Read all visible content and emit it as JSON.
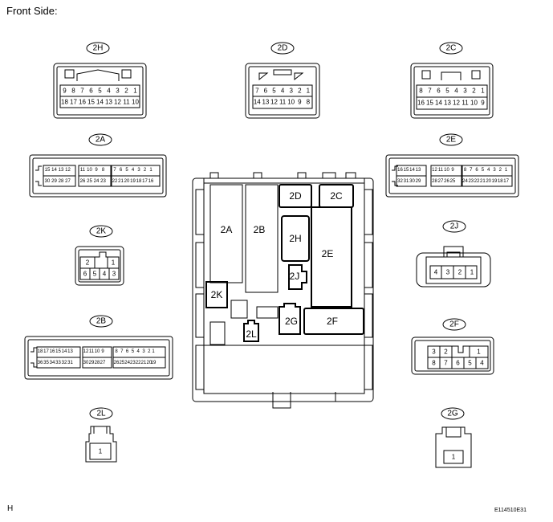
{
  "header": {
    "title": "Front Side:"
  },
  "footer": {
    "left_mark": "H",
    "code": "E114510E31"
  },
  "connectors": {
    "2H": {
      "label": "2H",
      "rows": [
        [
          "9",
          "8",
          "7",
          "6",
          "5",
          "4",
          "3",
          "2",
          "1"
        ],
        [
          "18",
          "17",
          "16",
          "15",
          "14",
          "13",
          "12",
          "11",
          "10"
        ]
      ]
    },
    "2D": {
      "label": "2D",
      "rows": [
        [
          "7",
          "6",
          "5",
          "4",
          "3",
          "2",
          "1"
        ],
        [
          "14",
          "13",
          "12",
          "11",
          "10",
          "9",
          "8"
        ]
      ]
    },
    "2C": {
      "label": "2C",
      "rows": [
        [
          "8",
          "7",
          "6",
          "5",
          "4",
          "3",
          "2",
          "1"
        ],
        [
          "16",
          "15",
          "14",
          "13",
          "12",
          "11",
          "10",
          "9"
        ]
      ]
    },
    "2A": {
      "label": "2A",
      "rows": [
        [
          "15",
          "14",
          "13",
          "12",
          "11",
          "10",
          "9",
          "8",
          "7",
          "6",
          "5",
          "4",
          "3",
          "2",
          "1"
        ],
        [
          "30",
          "29",
          "28",
          "27",
          "26",
          "25",
          "24",
          "23",
          "22",
          "21",
          "20",
          "19",
          "18",
          "17",
          "16"
        ]
      ]
    },
    "2E": {
      "label": "2E",
      "rows": [
        [
          "16",
          "15",
          "14",
          "13",
          "12",
          "11",
          "10",
          "9",
          "8",
          "7",
          "6",
          "5",
          "4",
          "3",
          "2",
          "1"
        ],
        [
          "32",
          "31",
          "30",
          "29",
          "28",
          "27",
          "26",
          "25",
          "24",
          "23",
          "22",
          "21",
          "20",
          "19",
          "18",
          "17"
        ]
      ]
    },
    "2K": {
      "label": "2K",
      "rows": [
        [
          "2",
          "1"
        ],
        [
          "6",
          "5",
          "4",
          "3"
        ]
      ]
    },
    "2J": {
      "label": "2J",
      "rows": [
        [
          "4",
          "3",
          "2",
          "1"
        ]
      ]
    },
    "2B": {
      "label": "2B",
      "rows": [
        [
          "18",
          "17",
          "16",
          "15",
          "14",
          "13",
          "12",
          "11",
          "10",
          "9",
          "8",
          "7",
          "6",
          "5",
          "4",
          "3",
          "2",
          "1"
        ],
        [
          "36",
          "35",
          "34",
          "33",
          "32",
          "31",
          "30",
          "29",
          "28",
          "27",
          "26",
          "25",
          "24",
          "23",
          "22",
          "21",
          "20",
          "19"
        ]
      ]
    },
    "2F": {
      "label": "2F",
      "rows": [
        [
          "3",
          "2",
          "1"
        ],
        [
          "8",
          "7",
          "6",
          "5",
          "4"
        ]
      ]
    },
    "2L": {
      "label": "2L",
      "rows": [
        [
          "1"
        ]
      ]
    },
    "2G": {
      "label": "2G",
      "rows": [
        [
          "1"
        ]
      ]
    }
  },
  "junction_block": {
    "slots": [
      "2A",
      "2B",
      "2D",
      "2C",
      "2H",
      "2E",
      "2J",
      "2K",
      "2G",
      "2F",
      "2L"
    ]
  }
}
